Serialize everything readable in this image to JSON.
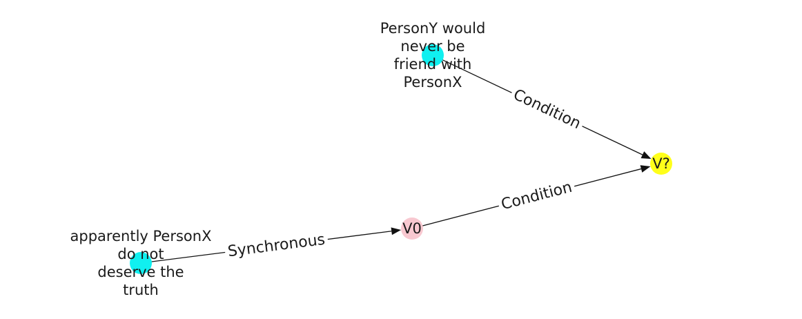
{
  "colors": {
    "cyan": "#10f0f0",
    "pink": "#f8c8d0",
    "yellow": "#ffff1a",
    "edge": "#111111"
  },
  "nodes": [
    {
      "id": "n_persony",
      "label_lines": [
        "PersonY would",
        "never be",
        "friend with",
        "PersonX"
      ],
      "color": "#10f0f0"
    },
    {
      "id": "n_apparently",
      "label_lines": [
        "apparently PersonX",
        "do not",
        "deserve the",
        "truth"
      ],
      "color": "#10f0f0"
    },
    {
      "id": "n_v0",
      "label_lines": [
        "V0"
      ],
      "color": "#f8c8d0"
    },
    {
      "id": "n_vq",
      "label_lines": [
        "V?"
      ],
      "color": "#ffff1a"
    }
  ],
  "edges": [
    {
      "from": "n_persony",
      "to": "n_vq",
      "label": "Condition"
    },
    {
      "from": "n_apparently",
      "to": "n_v0",
      "label": "Synchronous"
    },
    {
      "from": "n_v0",
      "to": "n_vq",
      "label": "Condition"
    }
  ]
}
